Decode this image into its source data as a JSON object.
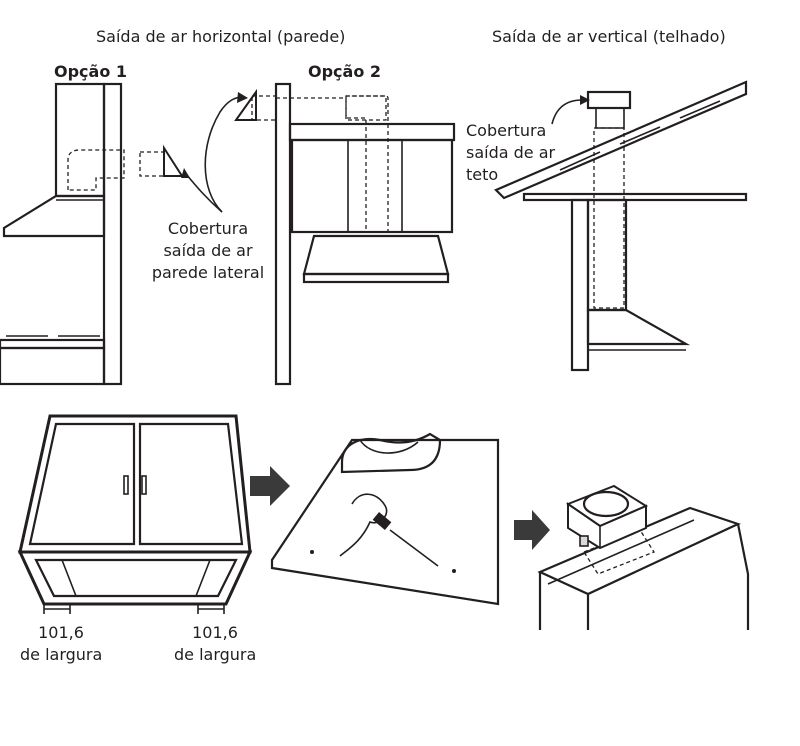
{
  "headings": {
    "horizontal": "Saída de ar horizontal (parede)",
    "vertical": "Saída de ar vertical (telhado)"
  },
  "options": {
    "option1": "Opção 1",
    "option2": "Opção 2"
  },
  "callouts": {
    "wall_cap": "Cobertura\nsaída de ar\nparede lateral",
    "roof_cap": "Cobertura\nsaída de ar\nteto"
  },
  "measurements": {
    "left_value": "101,6",
    "left_unit": "de largura",
    "right_value": "101,6",
    "right_unit": "de largura"
  }
}
